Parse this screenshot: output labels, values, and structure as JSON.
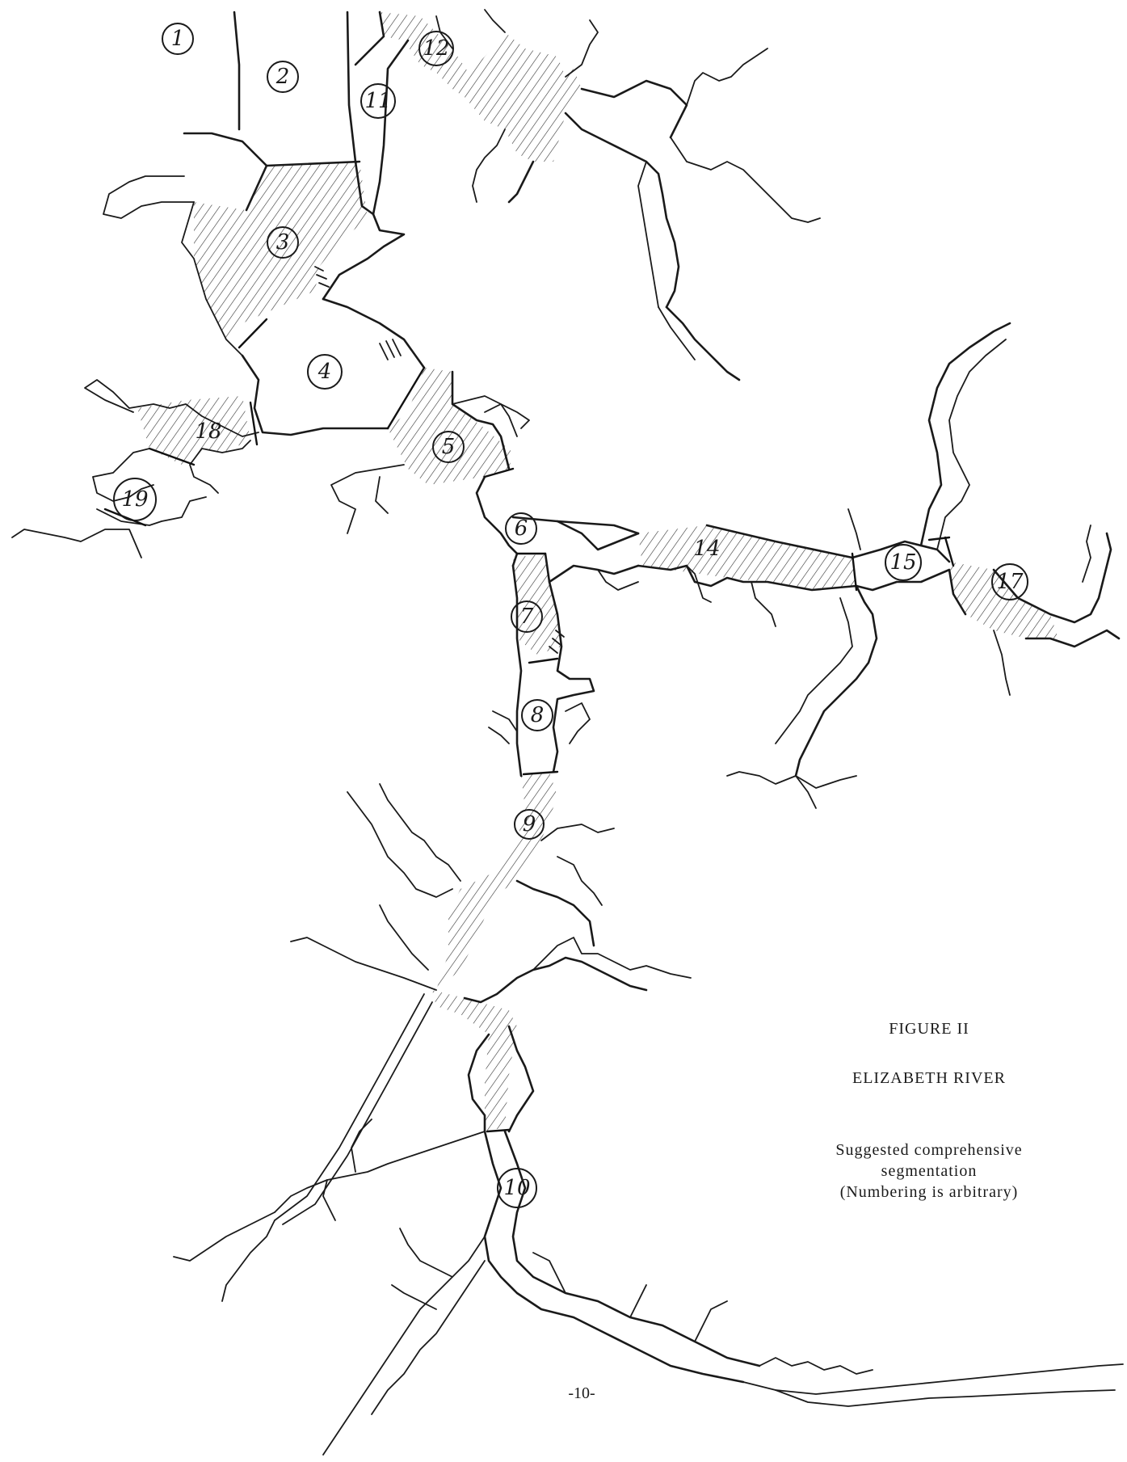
{
  "figure": {
    "title": "FIGURE II",
    "subtitle": "ELIZABETH RIVER",
    "note_line1": "Suggested comprehensive",
    "note_line2": "segmentation",
    "note_line3": "(Numbering is arbitrary)"
  },
  "page_number": "-10-",
  "segments": [
    {
      "label": "1",
      "hatched": false
    },
    {
      "label": "2",
      "hatched": false
    },
    {
      "label": "3",
      "hatched": true
    },
    {
      "label": "4",
      "hatched": false
    },
    {
      "label": "5",
      "hatched": true
    },
    {
      "label": "6",
      "hatched": false
    },
    {
      "label": "7",
      "hatched": true
    },
    {
      "label": "8",
      "hatched": false
    },
    {
      "label": "9",
      "hatched": true
    },
    {
      "label": "10",
      "hatched": false
    },
    {
      "label": "11",
      "hatched": false
    },
    {
      "label": "12",
      "hatched": true
    },
    {
      "label": "14",
      "hatched": true
    },
    {
      "label": "15",
      "hatched": false
    },
    {
      "label": "17",
      "hatched": true
    },
    {
      "label": "18",
      "hatched": true
    },
    {
      "label": "19",
      "hatched": false
    }
  ],
  "colors": {
    "ink": "#1a1a1a",
    "paper": "#ffffff",
    "hatch": "#333333"
  }
}
